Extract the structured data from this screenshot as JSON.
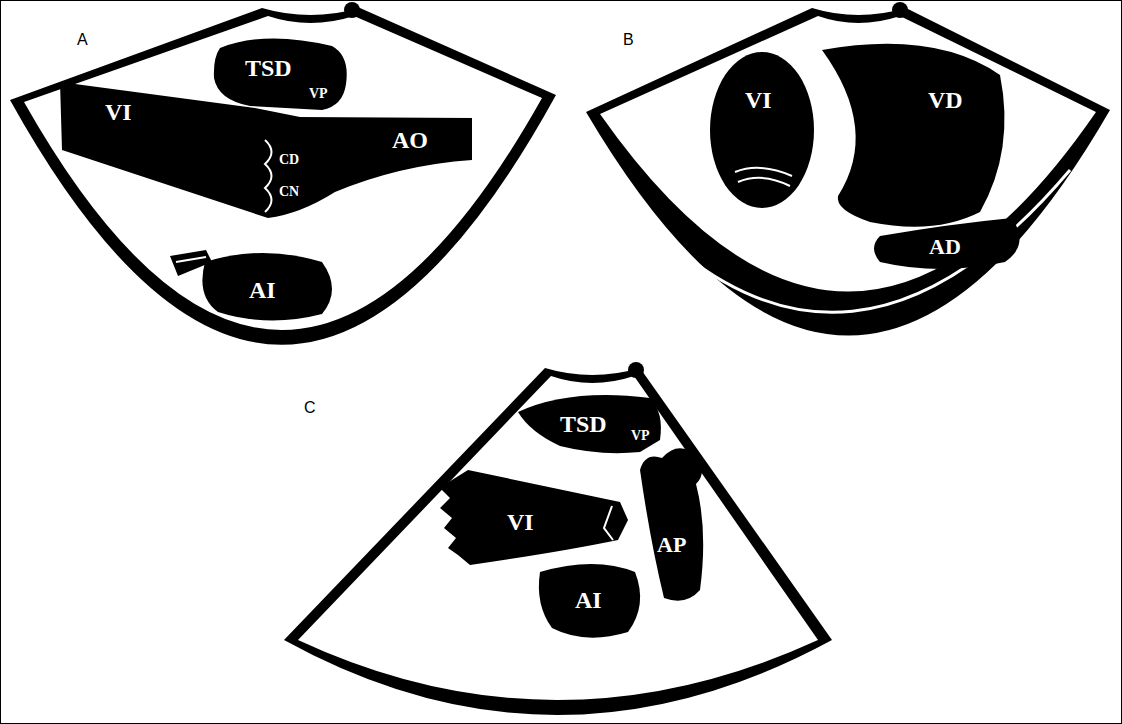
{
  "diagram": {
    "labels": [
      "A",
      "TSD",
      "VP",
      "VI",
      "CD",
      "CN",
      "AO",
      "AI",
      "B",
      "VI",
      "VD",
      "AD",
      "C",
      "TSD",
      "VP",
      "VI",
      "AP",
      "AI"
    ]
  }
}
